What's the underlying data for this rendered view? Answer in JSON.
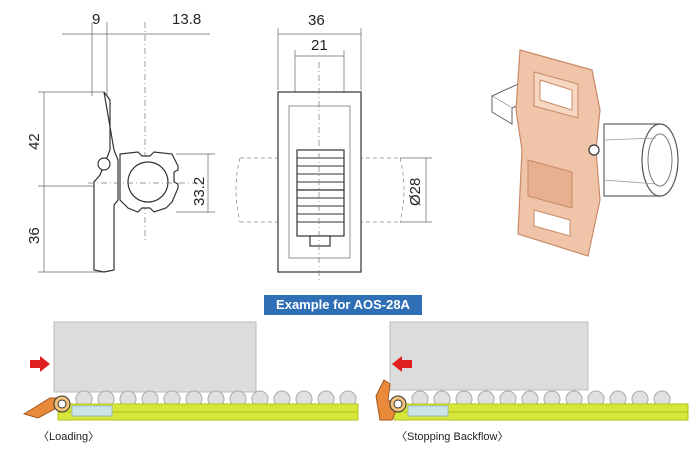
{
  "dimensions": {
    "top_left_a": "9",
    "top_left_b": "13.8",
    "left_upper": "42",
    "left_lower": "36",
    "side_height": "33.2",
    "front_outer_width": "36",
    "front_inner_width": "21",
    "front_diameter": "Ø28"
  },
  "banner": {
    "label": "Example for AOS-28A"
  },
  "scenes": [
    {
      "caption": "〈Loading〉"
    },
    {
      "caption": "〈Stopping Backflow〉"
    }
  ],
  "colors": {
    "salmon": "#f0c4a8",
    "salmon_stroke": "#c98a66",
    "yellow_rail": "#d6e63a",
    "yellow_rail_dark": "#b4c21c",
    "box_gray": "#dcdcdc",
    "arrow_red": "#e02020",
    "stopper_orange": "#e88a3a",
    "banner_blue": "#2f6fb6"
  }
}
